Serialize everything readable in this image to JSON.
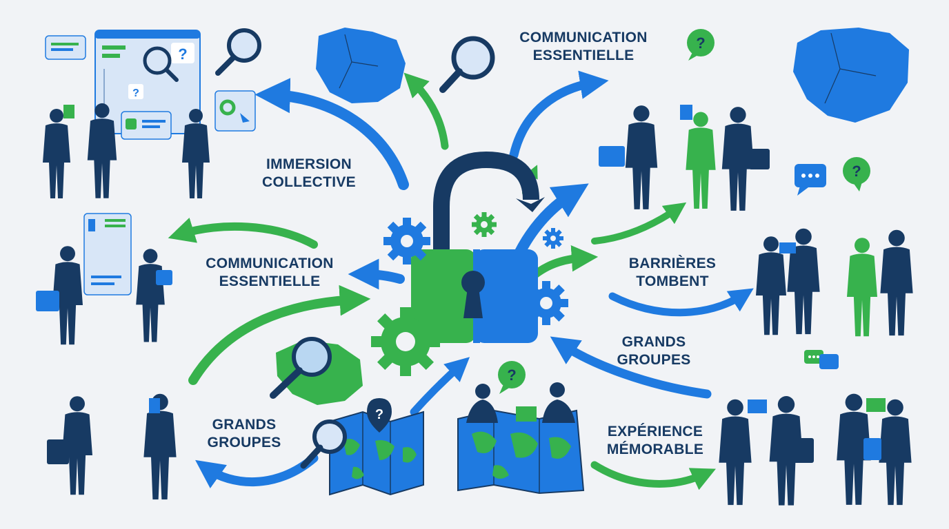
{
  "colors": {
    "navy": "#173a63",
    "blue": "#1f7ae0",
    "green": "#37b24d",
    "lightPanel": "#d8e6f7",
    "background": "#f1f3f6"
  },
  "labels": {
    "top_comm": [
      "COMMUNICATION",
      "ESSENTIELLE"
    ],
    "immersion": [
      "IMMERSION",
      "COLLECTIVE"
    ],
    "left_comm": [
      "COMMUNICATION",
      "ESSENTIELLE"
    ],
    "barrieres": [
      "BARRIÈRES",
      "TOMBENT"
    ],
    "grands_right": [
      "GRANDS",
      "GROUPES"
    ],
    "grands_left": [
      "GRANDS",
      "GROUPES"
    ],
    "experience": [
      "EXPÉRIENCE",
      "MÉMORABLE"
    ]
  },
  "icons": {
    "center": "unlocked-padlock-icon",
    "gears": "gear-icon",
    "magnifier": "magnifying-glass-icon",
    "question": "question-bubble-icon",
    "chat": "chat-bubble-icon",
    "map": "world-map-icon",
    "region": "region-map-icon",
    "people": "business-people-icon"
  }
}
